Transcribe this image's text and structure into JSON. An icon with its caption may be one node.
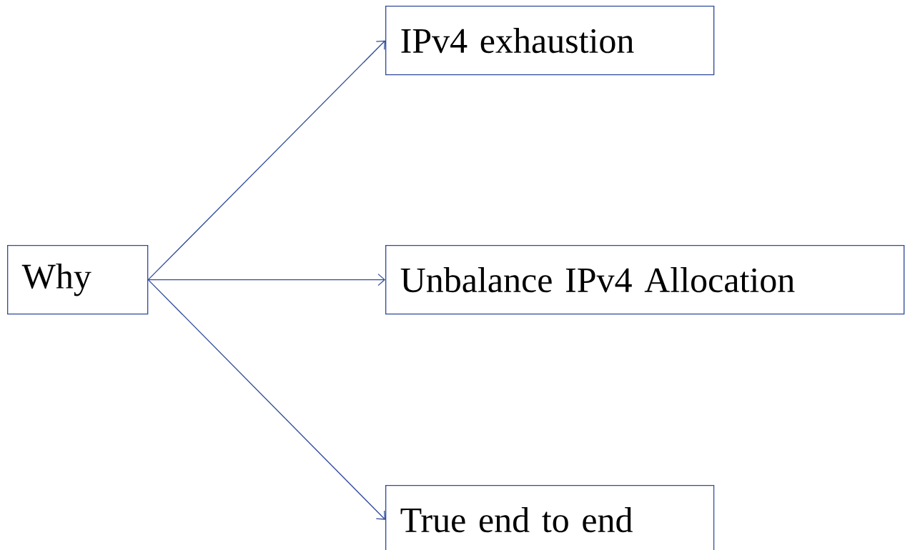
{
  "diagram": {
    "nodes": [
      {
        "text": [
          "Why"
        ]
      },
      {
        "text": [
          "IPv4 exhaustion"
        ]
      },
      {
        "text": [
          "Unbalance IPv4 Allocation"
        ]
      },
      {
        "text": [
          "True end to end"
        ]
      }
    ],
    "edges": [
      {
        "from": 0,
        "to": 1,
        "arrow": "to"
      },
      {
        "from": 0,
        "to": 2,
        "arrow": "to"
      },
      {
        "from": 0,
        "to": 3,
        "arrow": "to"
      }
    ]
  }
}
